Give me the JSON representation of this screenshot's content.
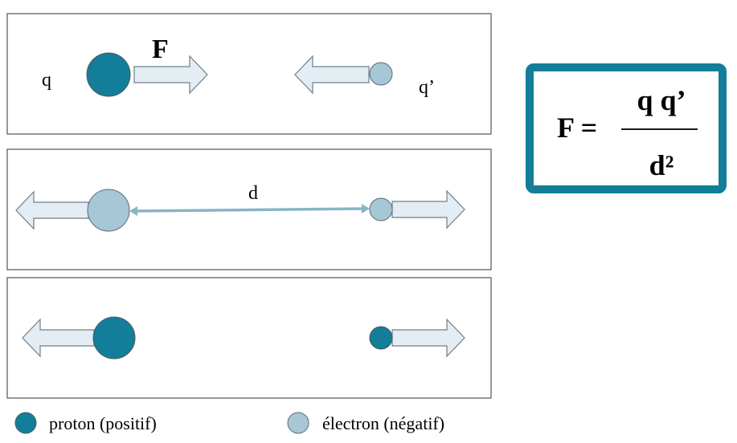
{
  "panel_top": {
    "charge_left": "q",
    "charge_right": "q’",
    "force_label": "F"
  },
  "panel_middle": {
    "distance_label": "d"
  },
  "formula": {
    "lhs": "F =",
    "numerator": "q q’",
    "denominator": "d²"
  },
  "legend": [
    {
      "icon": "dark-circle",
      "label": "proton (positif)"
    },
    {
      "icon": "light-circle",
      "label": "électron (négatif)"
    }
  ],
  "colors": {
    "proton": "#137e99",
    "electron": "#a7c6d6",
    "arrow_fill": "#e3edf3",
    "arrow_stroke": "#6d7f8b",
    "distance_line": "#88b4c7",
    "formula_border": "#137e99"
  }
}
